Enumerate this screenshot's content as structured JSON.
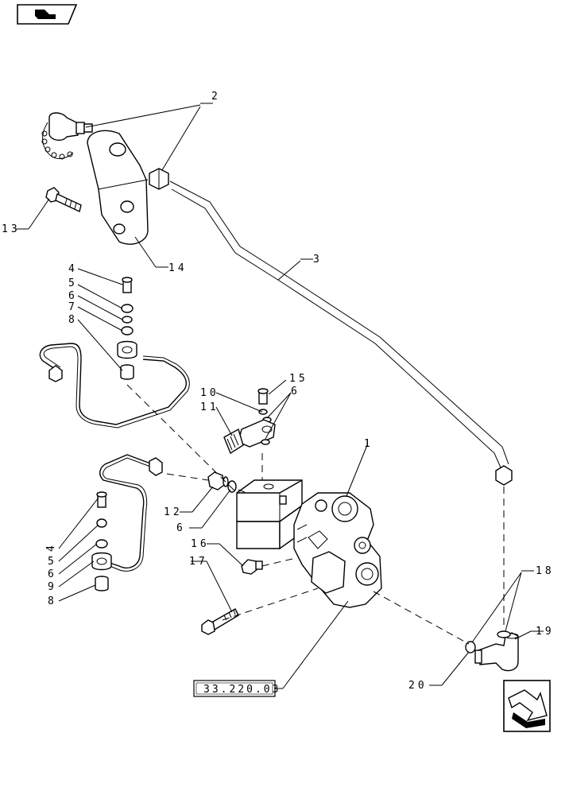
{
  "callouts": {
    "c1": "1",
    "c2": "2",
    "c3": "3",
    "c4a": "4",
    "c5a": "5",
    "c6a": "6",
    "c7": "7",
    "c8a": "8",
    "c10": "10",
    "c11": "11",
    "c15": "15",
    "c6b": "6",
    "c12": "12",
    "c6c": "6",
    "c16": "16",
    "c17": "17",
    "c4b": "4",
    "c5b": "5",
    "c6d": "6",
    "c9": "9",
    "c8b": "8",
    "c13": "13",
    "c14": "14",
    "c18": "18",
    "c19": "19",
    "c20": "20"
  },
  "reference_box": "33.220.03"
}
